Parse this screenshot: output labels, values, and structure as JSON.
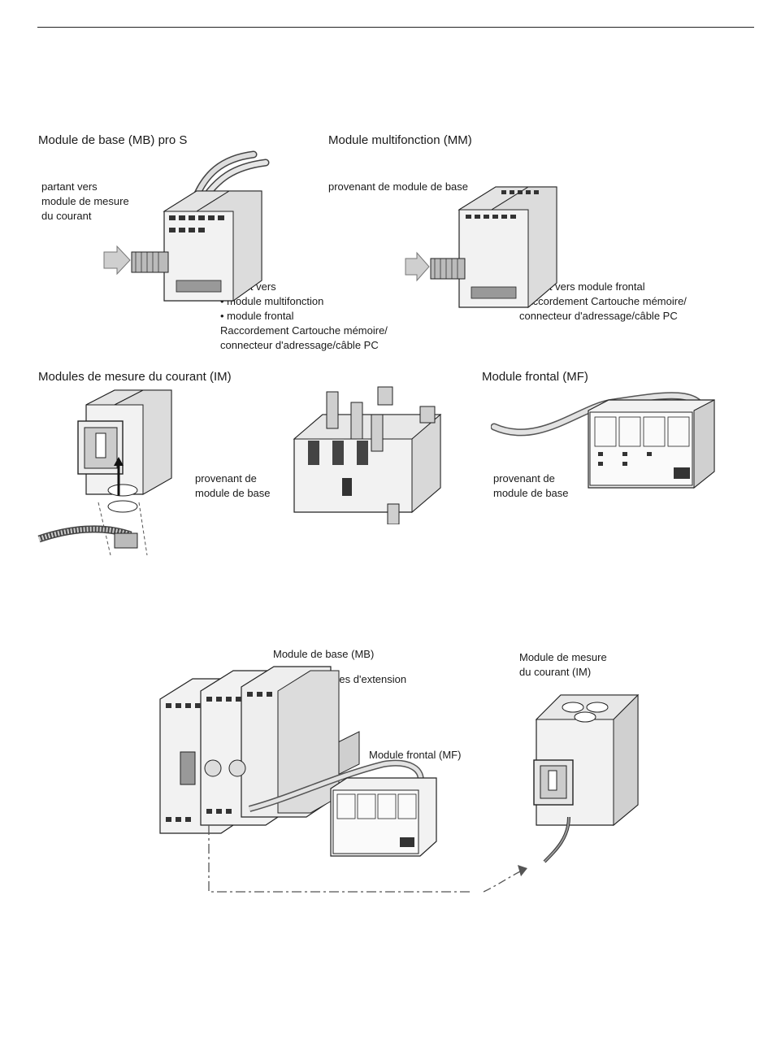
{
  "sections": {
    "mb_pro_s": {
      "title": "Module de base (MB) pro S",
      "note_top": [
        "partant vers",
        "module de mesure",
        "du courant"
      ],
      "note_bottom": [
        "partant vers",
        "• module multifonction",
        "• module frontal",
        "Raccordement Cartouche mémoire/",
        "connecteur d'adressage/câble PC"
      ]
    },
    "mm": {
      "title": "Module multifonction (MM)",
      "note_top": [
        "provenant de module de base"
      ],
      "note_bottom": [
        "partant vers module frontal",
        "Raccordement Cartouche mémoire/",
        "connecteur d'adressage/câble PC"
      ]
    },
    "im": {
      "title": "Modules de mesure du courant (IM)",
      "note": [
        "provenant de",
        "module de base"
      ]
    },
    "mf": {
      "title": "Module frontal (MF)",
      "note": [
        "provenant de",
        "module de base"
      ]
    },
    "system": {
      "label_mb": "Module de base (MB)",
      "label_ext": "Modules  d'extension",
      "label_mf": "Module frontal (MF)",
      "label_im": [
        "Module de mesure",
        "du courant (IM)"
      ]
    }
  }
}
